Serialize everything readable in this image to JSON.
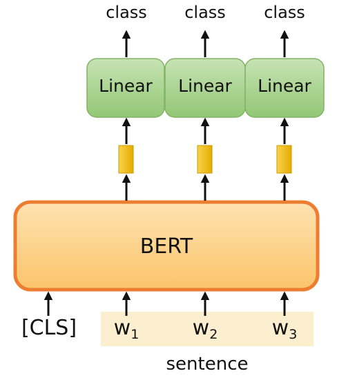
{
  "outputs": [
    "class",
    "class",
    "class"
  ],
  "heads": [
    "Linear",
    "Linear",
    "Linear"
  ],
  "encoder": "BERT",
  "inputs": {
    "cls": "[CLS]",
    "tokens": [
      {
        "base": "w",
        "sub": "1"
      },
      {
        "base": "w",
        "sub": "2"
      },
      {
        "base": "w",
        "sub": "3"
      }
    ],
    "group_label": "sentence"
  },
  "colors": {
    "linear_fill": "#a8d08d",
    "linear_stroke": "#82b366",
    "bert_fill": "#fdd28a",
    "bert_stroke": "#ed7d31",
    "vector_fill": "#f5c000",
    "sentence_band": "#fcefcf",
    "arrow": "#111111"
  }
}
